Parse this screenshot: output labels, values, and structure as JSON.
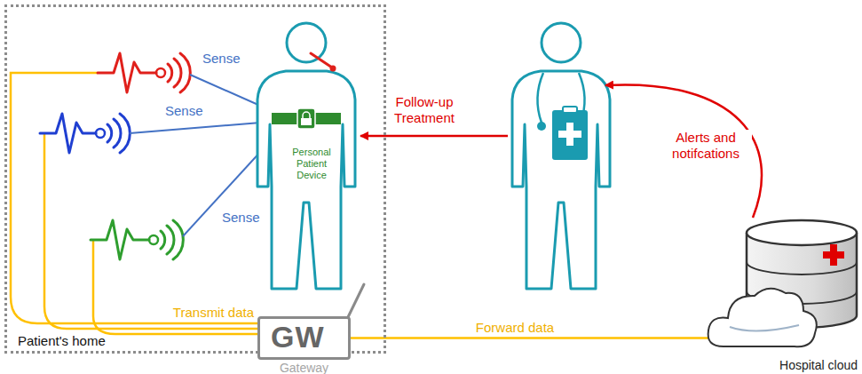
{
  "diagram": {
    "nodes": [
      {
        "text": [
          "Patient's home"
        ]
      },
      {
        "text": [
          "Personal Patient Device"
        ],
        "in": 0
      },
      {
        "text": [
          "GW",
          "Gateway"
        ],
        "in": 0
      },
      {
        "text": [
          "Hospital cloud"
        ]
      }
    ],
    "edges": [
      {
        "from": 2,
        "to": 3,
        "label": "Forward data",
        "arrow": "none"
      }
    ],
    "labels": [
      "Sense",
      "Sense",
      "Sense",
      "Transmit data",
      "Follow-up Treatment",
      "Alerts and notifcations"
    ]
  }
}
